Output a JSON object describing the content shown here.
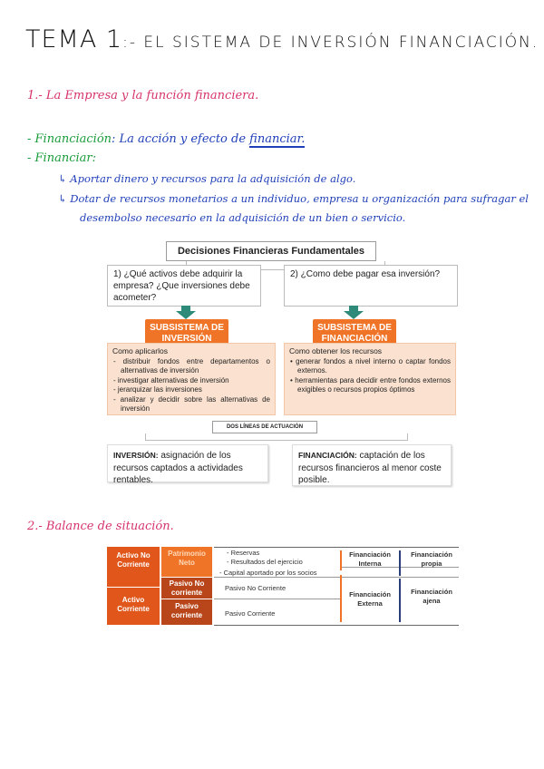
{
  "title": {
    "tema": "TEMA 1",
    "rest": ":- EL SISTEMA DE INVERSIÓN FINANCIACIÓN."
  },
  "section1": "1.- La Empresa y la función financiera.",
  "definitions": {
    "financiacion_term": "- Financiación",
    "financiacion_text": ": La acción y efecto de ",
    "financiacion_ul": "financiar.",
    "financiar_term": "- Financiar:",
    "bullet1": "↳ Aportar dinero y recursos para la adquisición de algo.",
    "bullet2": "↳ Dotar de recursos monetarios a un individuo, empresa u organización para sufragar el",
    "bullet2_cont": "desembolso necesario en la adquisición de un bien o servicio."
  },
  "diagram1": {
    "header": "Decisiones Financieras Fundamentales",
    "q1": "1)  ¿Qué activos debe adquirir la empresa? ¿Que inversiones debe acometer?",
    "q2": "2)  ¿Como debe pagar esa inversión?",
    "inv_label": "SUBSISTEMA DE INVERSIÓN",
    "fin_label": "SUBSISTEMA DE FINANCIACIÓN",
    "inv_title": "Como aplicarlos",
    "inv_items": [
      "distribuir fondos entre departamentos o alternativas de inversión",
      "investigar alternativas de inversión",
      "jerarquizar las inversiones",
      "analizar y decidir sobre las alternativas de inversión"
    ],
    "fin_title": "Como obtener los recursos",
    "fin_items": [
      "generar fondos a nivel interno o captar fondos externos.",
      "herramientas para decidir entre fondos externos exigibles o recursos propios óptimos"
    ],
    "lines": "DOS LÍNEAS DE ACTUACIÓN",
    "inv_def_term": "INVERSIÓN:",
    "inv_def": " asignación de los recursos captados a actividades rentables.",
    "fin_def_term": "FINANCIACIÓN:",
    "fin_def": " captación de los recursos financieros al menor coste posible."
  },
  "section2": "2.- Balance de situación.",
  "balance": {
    "activo_no_corriente": "Activo No Corriente",
    "activo_corriente": "Activo Corriente",
    "patrimonio_neto": "Patrimonio Neto",
    "pasivo_no_corriente_box": "Pasivo No corriente",
    "pasivo_corriente_box": "Pasivo corriente",
    "reservas": "- Reservas",
    "resultados": "- Resultados del ejercicio",
    "capital": "- Capital aportado por los socios",
    "pasivo_nc_row": "Pasivo No Corriente",
    "pasivo_c_row": "Pasivo Corriente",
    "fin_interna": "Financiación Interna",
    "fin_externa": "Financiación Externa",
    "fin_propia": "Financiación propia",
    "fin_ajena": "Financiación ajena"
  },
  "colors": {
    "pink": "#d6336c",
    "blue": "#1f3fb8",
    "green": "#1a9c3a",
    "orange": "#f07427",
    "teal": "#2e8b7a",
    "navy": "#2a3f7a"
  }
}
